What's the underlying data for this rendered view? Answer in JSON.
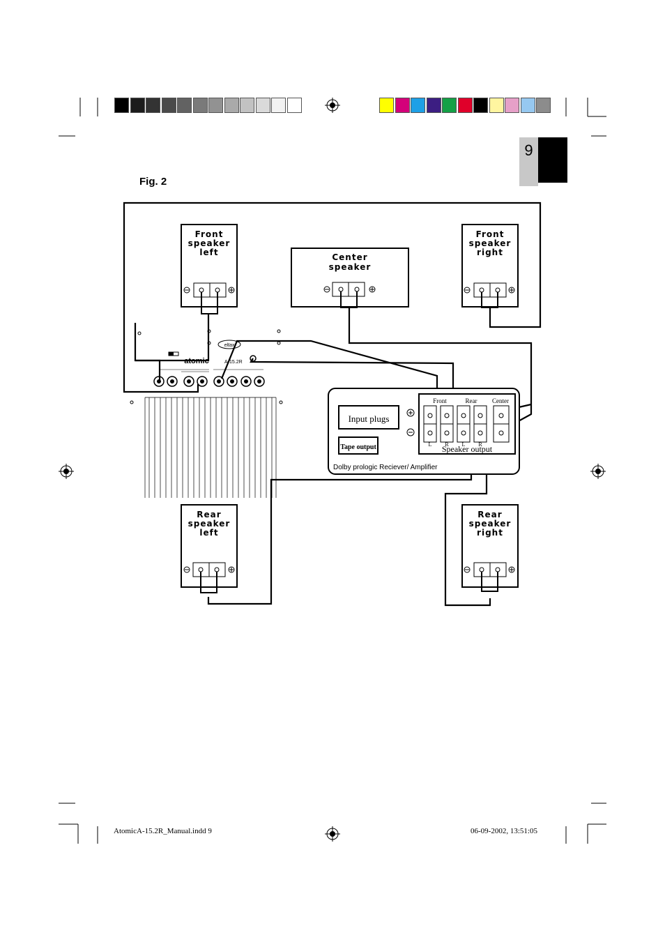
{
  "page_number": "9",
  "figure_label": "Fig. 2",
  "gray_swatches": [
    "#000000",
    "#1c1c1c",
    "#333333",
    "#4a4a4a",
    "#626262",
    "#7a7a7a",
    "#929292",
    "#aaaaaa",
    "#c2c2c2",
    "#dadada",
    "#f2f2f2",
    "#ffffff"
  ],
  "color_swatches": [
    "#ffff00",
    "#d4007a",
    "#1ea0e6",
    "#3c1e82",
    "#14a046",
    "#e0002a",
    "#000000",
    "#fff5a0",
    "#e6a0c8",
    "#96c8f0",
    "#8c8c8c"
  ],
  "speakers": {
    "front_left": {
      "line1": "Front",
      "line2": "speaker",
      "line3": "left"
    },
    "center": {
      "line1": "Center",
      "line2": "speaker"
    },
    "front_right": {
      "line1": "Front",
      "line2": "speaker",
      "line3": "right"
    },
    "rear_left": {
      "line1": "Rear",
      "line2": "speaker",
      "line3": "left"
    },
    "rear_right": {
      "line1": "Rear",
      "line2": "speaker",
      "line3": "right"
    }
  },
  "amplifier": {
    "brand": "atomic",
    "model": "A-15.2R"
  },
  "receiver": {
    "title": "Dolby prologic Reciever/ Amplifier",
    "input_plugs": "Input plugs",
    "tape_output": "Tape output",
    "speaker_output": "Speaker output",
    "groups": {
      "front": "Front",
      "rear": "Rear",
      "center": "Center"
    },
    "channels": [
      "L",
      "R",
      "L",
      "R"
    ],
    "plus_symbol": "+",
    "minus_symbol": "-"
  },
  "footer": {
    "filename": "AtomicA-15.2R_Manual.indd   9",
    "timestamp": "06-09-2002, 13:51:05"
  }
}
